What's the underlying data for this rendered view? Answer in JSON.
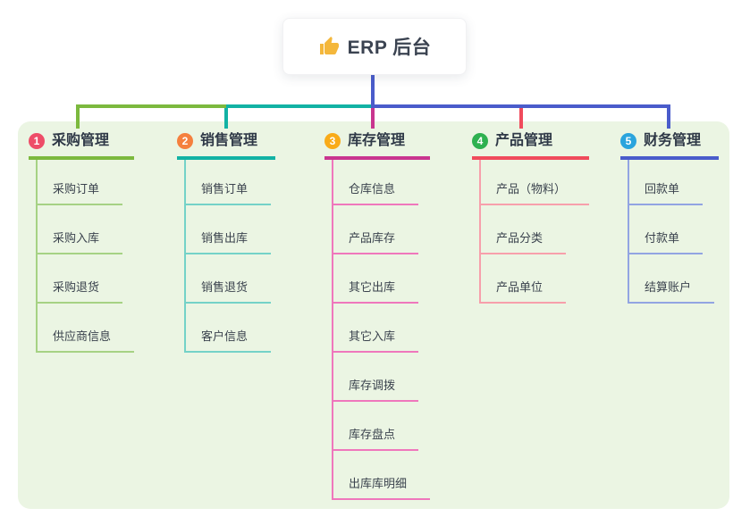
{
  "root": {
    "label": "ERP 后台",
    "icon": "thumbs-up",
    "icon_color": "#f4b73b"
  },
  "canvas": {
    "background": "#ebf5e3"
  },
  "connector": {
    "root_stem_color": "#4a5ccb"
  },
  "branches": [
    {
      "num": "1",
      "label": "采购管理",
      "badge_color": "#ee4d68",
      "line_color": "#7cb93e",
      "child_line_color": "#a6d284",
      "children": [
        "采购订单",
        "采购入库",
        "采购退货",
        "供应商信息"
      ]
    },
    {
      "num": "2",
      "label": "销售管理",
      "badge_color": "#f5803e",
      "line_color": "#12b2a4",
      "child_line_color": "#74d2c8",
      "children": [
        "销售订单",
        "销售出库",
        "销售退货",
        "客户信息"
      ]
    },
    {
      "num": "3",
      "label": "库存管理",
      "badge_color": "#f9ab19",
      "line_color": "#c9358f",
      "child_line_color": "#ef77bc",
      "children": [
        "仓库信息",
        "产品库存",
        "其它出库",
        "其它入库",
        "库存调拨",
        "库存盘点",
        "出库库明细"
      ]
    },
    {
      "num": "4",
      "label": "产品管理",
      "badge_color": "#2eb150",
      "line_color": "#f04b5c",
      "child_line_color": "#f79fab",
      "children": [
        "产品（物料）",
        "产品分类",
        "产品单位"
      ]
    },
    {
      "num": "5",
      "label": "财务管理",
      "badge_color": "#2aa4dd",
      "line_color": "#4a5ccb",
      "child_line_color": "#92a4e2",
      "children": [
        "回款单",
        "付款单",
        "结算账户"
      ]
    }
  ]
}
